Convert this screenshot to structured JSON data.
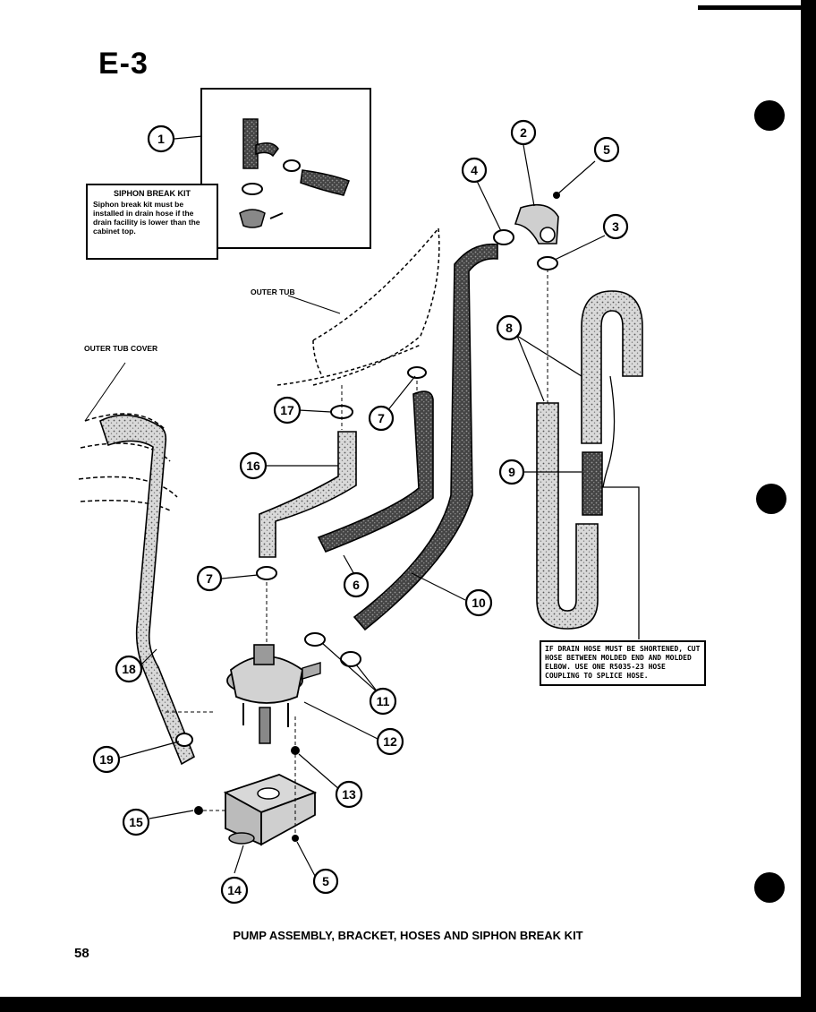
{
  "page": {
    "code": "E-3",
    "number": "58",
    "caption": "PUMP ASSEMBLY, BRACKET, HOSES AND SIPHON BREAK KIT"
  },
  "siphon_kit": {
    "title": "SIPHON BREAK KIT",
    "text": "Siphon break kit must be installed in drain hose if the drain facility is lower than the cabinet top."
  },
  "labels": {
    "outer_tub": "OUTER TUB",
    "outer_tub_cover": "OUTER TUB COVER"
  },
  "note": {
    "text": "IF DRAIN HOSE MUST BE SHORTENED, CUT HOSE BETWEEN MOLDED END AND MOLDED ELBOW. USE ONE R5035-23 HOSE COUPLING TO SPLICE HOSE."
  },
  "callouts": [
    {
      "num": "1"
    },
    {
      "num": "2"
    },
    {
      "num": "5"
    },
    {
      "num": "4"
    },
    {
      "num": "3"
    },
    {
      "num": "8"
    },
    {
      "num": "9"
    },
    {
      "num": "17"
    },
    {
      "num": "7"
    },
    {
      "num": "16"
    },
    {
      "num": "7"
    },
    {
      "num": "6"
    },
    {
      "num": "10"
    },
    {
      "num": "18"
    },
    {
      "num": "11"
    },
    {
      "num": "12"
    },
    {
      "num": "19"
    },
    {
      "num": "13"
    },
    {
      "num": "15"
    },
    {
      "num": "5"
    },
    {
      "num": "14"
    }
  ]
}
